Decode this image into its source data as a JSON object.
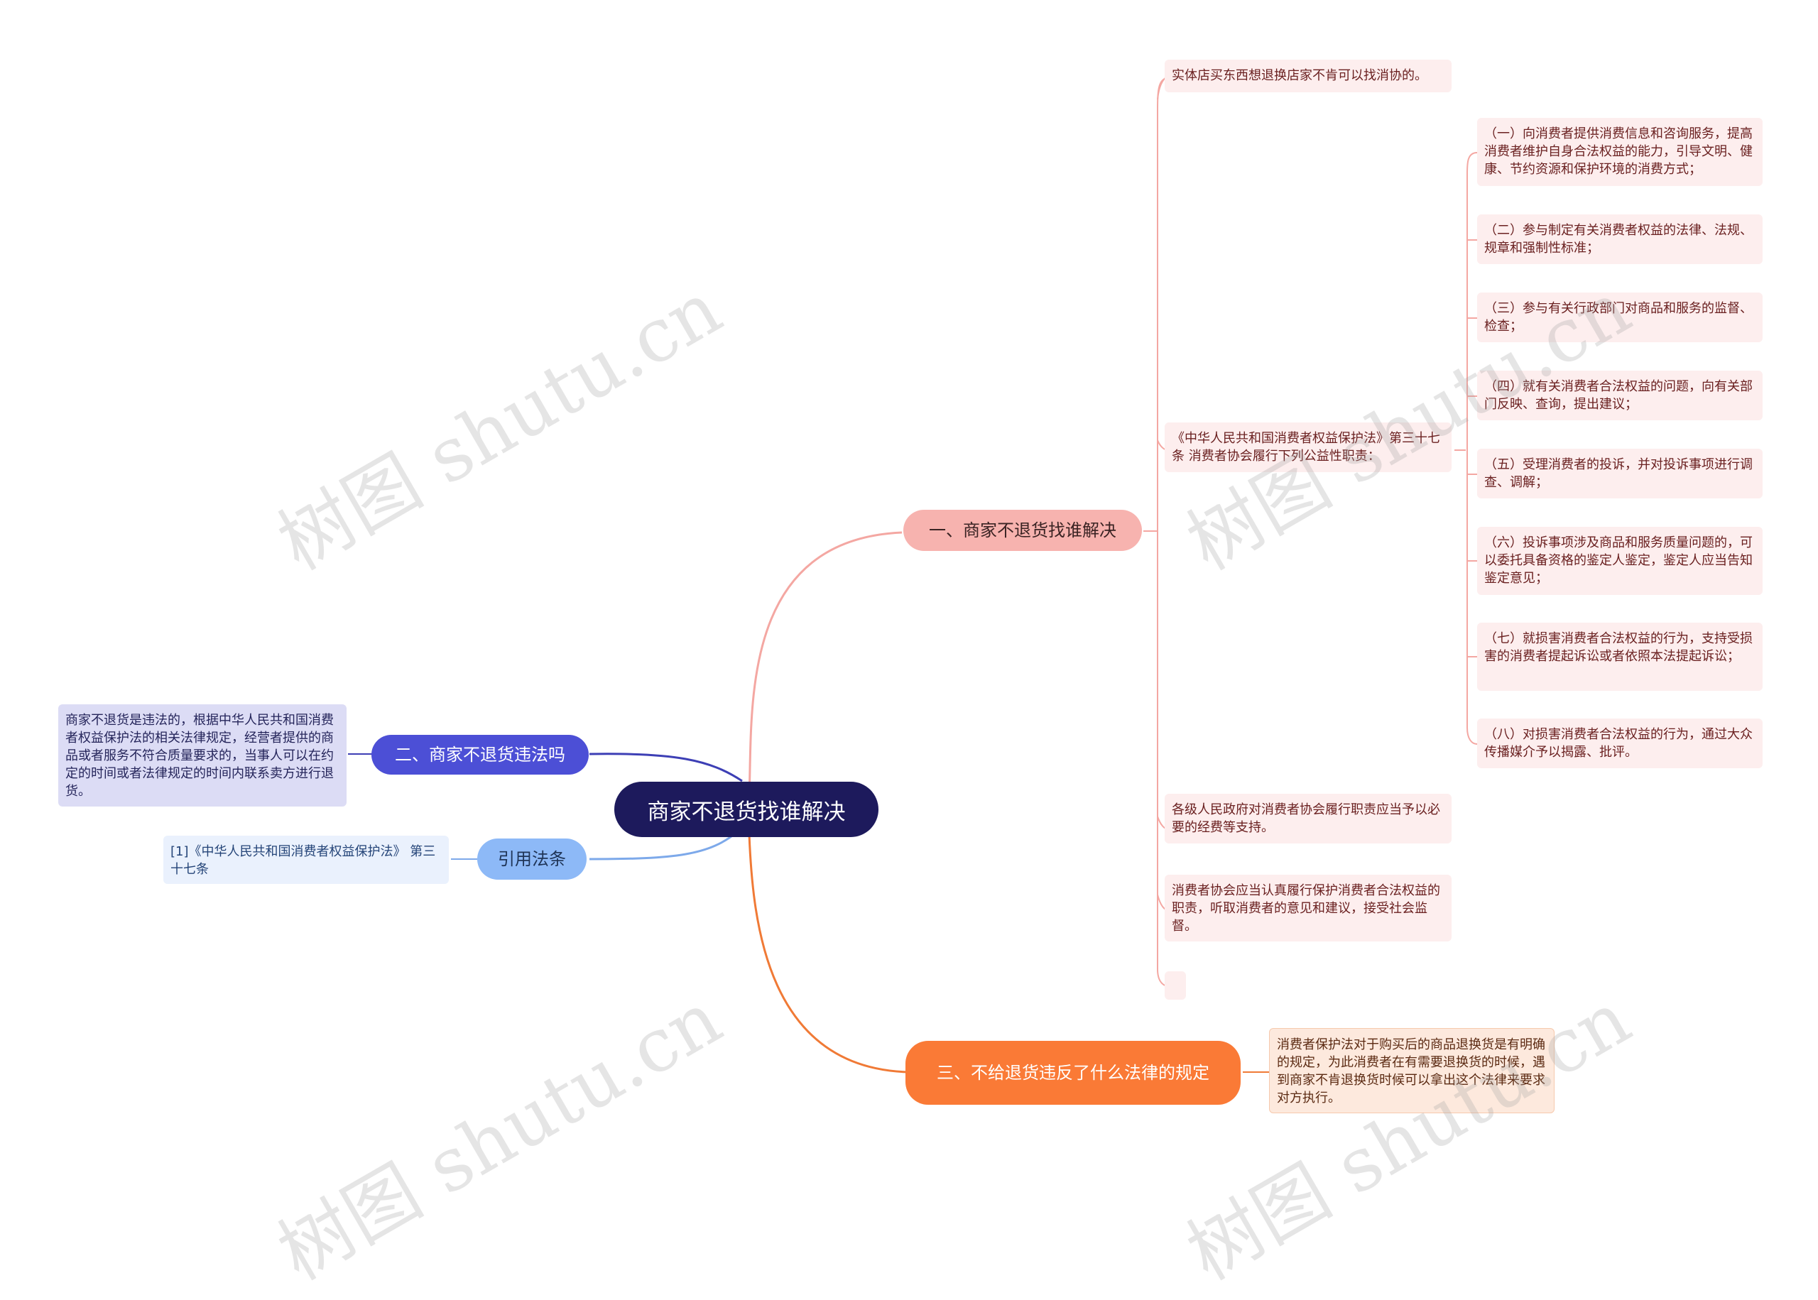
{
  "root": {
    "label": "商家不退货找谁解决"
  },
  "branches": [
    {
      "label": "一、商家不退货找谁解决"
    },
    {
      "label": "二、商家不退货违法吗"
    },
    {
      "label": "引用法条"
    },
    {
      "label": "三、不给退货违反了什么法律的规定"
    }
  ],
  "branch1": {
    "children": [
      "实体店买东西想退换店家不肯可以找消协的。",
      "《中华人民共和国消费者权益保护法》第三十七条 消费者协会履行下列公益性职责：",
      "各级人民政府对消费者协会履行职责应当予以必要的经费等支持。",
      "消费者协会应当认真履行保护消费者合法权益的职责，听取消费者的意见和建议，接受社会监督。",
      ""
    ],
    "duties": [
      "（一）向消费者提供消费信息和咨询服务，提高消费者维护自身合法权益的能力，引导文明、健康、节约资源和保护环境的消费方式；",
      "（二）参与制定有关消费者权益的法律、法规、规章和强制性标准；",
      "（三）参与有关行政部门对商品和服务的监督、检查；",
      "（四）就有关消费者合法权益的问题，向有关部门反映、查询，提出建议；",
      "（五）受理消费者的投诉，并对投诉事项进行调查、调解；",
      "（六）投诉事项涉及商品和服务质量问题的，可以委托具备资格的鉴定人鉴定，鉴定人应当告知鉴定意见；",
      "（七）就损害消费者合法权益的行为，支持受损害的消费者提起诉讼或者依照本法提起诉讼；",
      "（八）对损害消费者合法权益的行为，通过大众传播媒介予以揭露、批评。"
    ]
  },
  "branch2": {
    "text": "商家不退货是违法的，根据中华人民共和国消费者权益保护法的相关法律规定，经营者提供的商品或者服务不符合质量要求的，当事人可以在约定的时间或者法律规定的时间内联系卖方进行退货。"
  },
  "citation": {
    "text": "[1]《中华人民共和国消费者权益保护法》 第三十七条"
  },
  "branch3": {
    "text": "消费者保护法对于购买后的商品退换货是有明确的规定，为此消费者在有需要退换货的时候，遇到商家不肯退换货时候可以拿出这个法律来要求对方执行。"
  },
  "watermarks": [
    "树图 shutu.cn",
    "树图 shutu.cn",
    "树图 shutu.cn",
    "树图 shutu.cn"
  ],
  "colors": {
    "root": "#1d1a5c",
    "branch1": "#f7b3af",
    "branch2": "#4c4fd6",
    "citation": "#8db9f7",
    "branch3": "#fa7a36"
  }
}
